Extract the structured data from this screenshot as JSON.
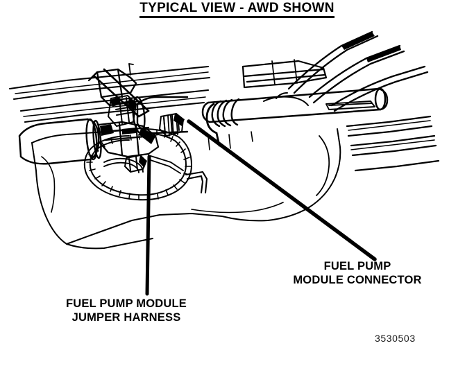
{
  "figure": {
    "title": "TYPICAL VIEW - AWD SHOWN",
    "number": "3530503",
    "background_color": "#ffffff",
    "line_color": "#000000",
    "callouts": [
      {
        "id": "fuel-pump-module-jumper-harness",
        "line1": "FUEL PUMP MODULE",
        "line2": "JUMPER HARNESS",
        "leader": "vertical line from harness loop at (215,226) down to (212,424)"
      },
      {
        "id": "fuel-pump-module-connector",
        "line1": "FUEL PUMP",
        "line2": "MODULE CONNECTOR",
        "leader": "diagonal line from connector at (272,175) down-right to (540,374)"
      }
    ],
    "subject": "vehicle underbody line drawing: fuel tank, rear axle driveshaft, exhaust pipes, fuel pump module wiring"
  }
}
